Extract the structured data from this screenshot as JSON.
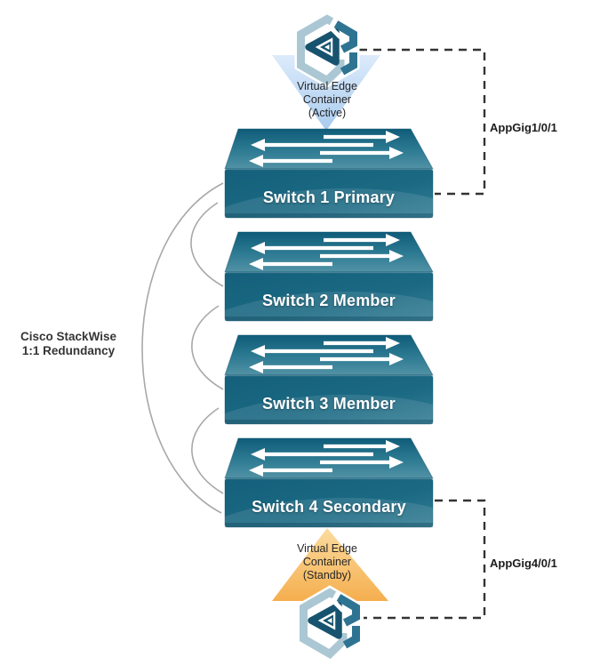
{
  "endpoints": {
    "active": {
      "label": "Virtual Edge\nContainer\n(Active)"
    },
    "standby": {
      "label": "Virtual Edge\nContainer\n(Standby)"
    }
  },
  "switches": [
    {
      "name": "Switch 1 Primary"
    },
    {
      "name": "Switch 2 Member"
    },
    {
      "name": "Switch 3 Member"
    },
    {
      "name": "Switch 4 Secondary"
    }
  ],
  "annotations": {
    "stackwise": "Cisco StackWise\n1:1 Redundancy",
    "uplink_top": "AppGig1/0/1",
    "uplink_bottom": "AppGig4/0/1"
  },
  "icons": {
    "active_endpoint": "container-hexagon-icon",
    "standby_endpoint": "container-hexagon-icon",
    "switch": "cisco-switch-icon"
  },
  "colors": {
    "switch_top": "#135f7b",
    "switch_front": "#17607b",
    "funnel_active": "#b9d3f0",
    "funnel_standby": "#f6b458",
    "icon_ring_light": "#abc7d4",
    "icon_ring_dark": "#2e7492",
    "icon_glyph": "#17536e",
    "cable": "#a8a8a8",
    "dashed_link": "#333333"
  }
}
